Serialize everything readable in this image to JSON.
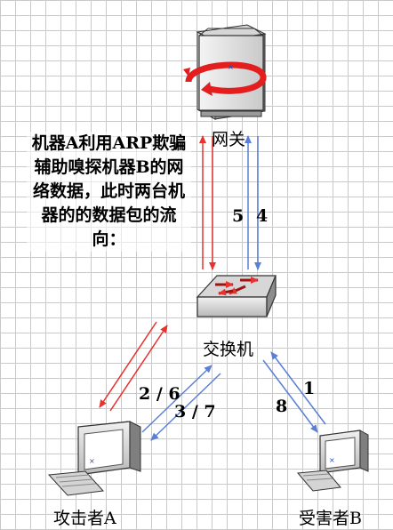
{
  "description": "机器A利用ARP欺骗辅助嗅探机器B的网络数据，此时两台机器的的数据包的流向：",
  "nodes": {
    "gateway": "网关",
    "switch": "交换机",
    "attacker": "攻击者A",
    "victim": "受害者B"
  },
  "step_labels": {
    "gw_up": "5",
    "gw_down": "4",
    "atk_top": "2 / 6",
    "atk_bottom": "3 / 7",
    "vic_top": "1",
    "vic_bottom": "8"
  },
  "colors": {
    "red_arrow": "#e8322e",
    "blue_arrow": "#5b7fd6"
  },
  "icons": [
    "server-icon",
    "switch-icon",
    "computer-icon"
  ]
}
